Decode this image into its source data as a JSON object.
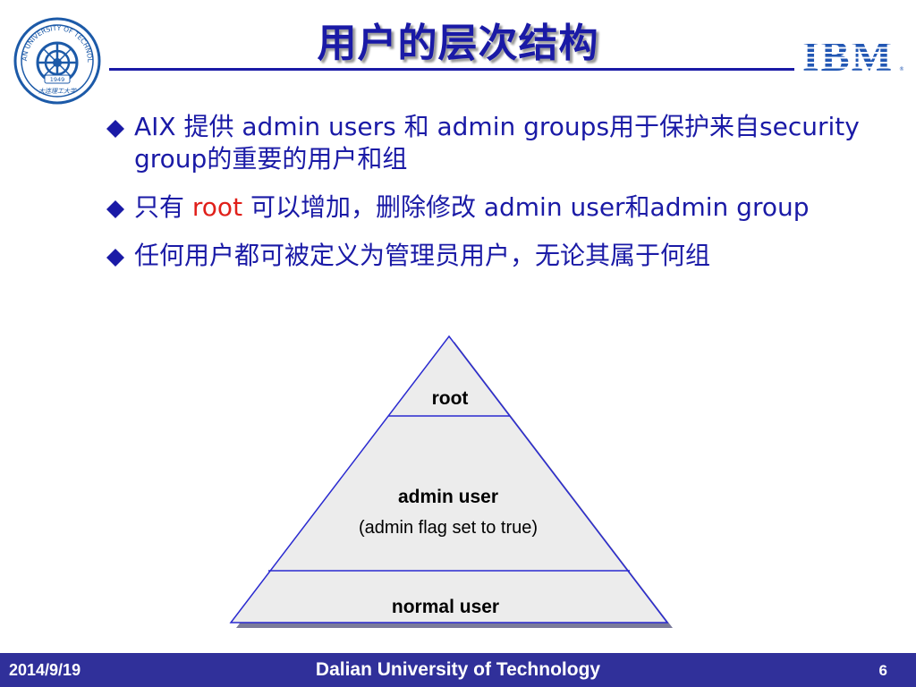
{
  "slide": {
    "title": "用户的层次结构"
  },
  "bullets": [
    {
      "parts": [
        {
          "text": "AIX 提供 admin users 和 admin groups用于保护来自security group的重要的用户和组",
          "color": "#1a1aa6"
        }
      ]
    },
    {
      "parts": [
        {
          "text": "只有 ",
          "color": "#1a1aa6"
        },
        {
          "text": "root",
          "color": "#e0201a"
        },
        {
          "text": " 可以增加，删除修改 admin user和admin group",
          "color": "#1a1aa6"
        }
      ]
    },
    {
      "parts": [
        {
          "text": "任何用户都可被定义为管理员用户，无论其属于何组",
          "color": "#1a1aa6"
        }
      ]
    }
  ],
  "pyramid": {
    "top_label": "root",
    "middle_label": "admin user",
    "middle_sublabel": "(admin flag set to true)",
    "bottom_label": "normal user"
  },
  "footer": {
    "date": "2014/9/19",
    "org": "Dalian University of Technology",
    "page": "6"
  },
  "colors": {
    "title": "#1a1aa6",
    "body_text": "#1a1aa6",
    "accent_red": "#e0201a",
    "footer_bg": "#30309a",
    "pyramid_fill": "#ececec"
  },
  "logos": {
    "left": "university-seal",
    "right": "IBM",
    "left_seal_text": "DALIAN UNIVERSITY OF TECHNOLOGY",
    "left_seal_year": "1949",
    "left_seal_script": "大连理工大学"
  }
}
